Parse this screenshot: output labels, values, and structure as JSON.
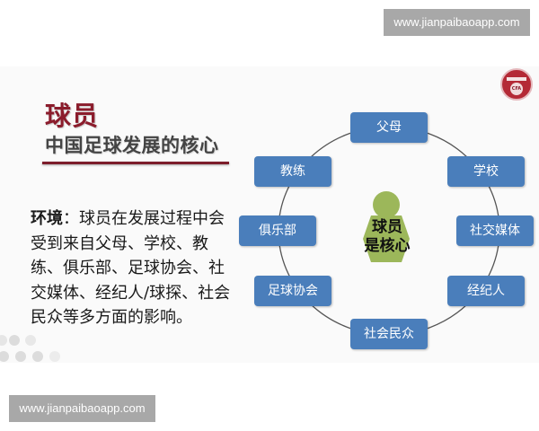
{
  "watermarks": {
    "top": "www.jianpaibaoapp.com",
    "bottom": "www.jianpaibaoapp.com"
  },
  "slide": {
    "title": "球员",
    "subtitle": "中国足球发展的核心",
    "body_label": "环境",
    "body_colon": "：",
    "body_text": "球员在发展过程中会受到来自父母、学校、教练、俱乐部、足球协会、社交媒体、经纪人/球探、社会民众等多方面的影响。",
    "logo_text": "CFA"
  },
  "diagram": {
    "center_line1": "球员",
    "center_line2": "是核心",
    "center_color": "#9cb75a",
    "node_color": "#4a7ebb",
    "nodes": [
      {
        "label": "父母"
      },
      {
        "label": "学校"
      },
      {
        "label": "社交媒体"
      },
      {
        "label": "经纪人"
      },
      {
        "label": "社会民众"
      },
      {
        "label": "足球协会"
      },
      {
        "label": "俱乐部"
      },
      {
        "label": "教练"
      }
    ]
  },
  "colors": {
    "title": "#8b1c2c",
    "underline": "#7d1d2b",
    "watermark_bg": "#a8a8a8"
  }
}
